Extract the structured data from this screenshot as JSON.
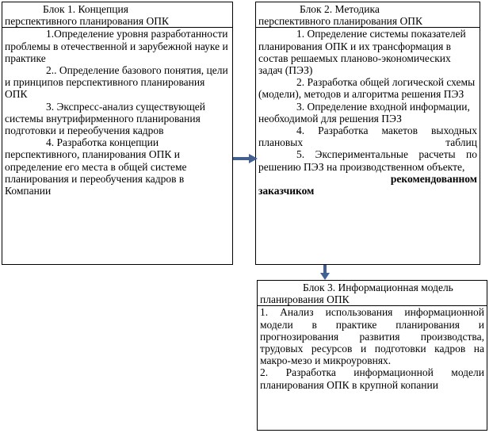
{
  "block1": {
    "title_line1": "Блок 1. Концепция",
    "title_line2": "перспективного планирования ОПК",
    "items": [
      "1.Определение уровня разработанности проблемы в отечественной и зарубежной науке и практике",
      "2.. Определение базового понятия, цели и принципов перспективного планирования ОПК",
      "3. Экспресс-анализ существующей системы внутрифирменного планирования подготовки и переобучения кадров",
      "4. Разработка концепции перспективного, планирования ОПК и определение его места в общей системе планирования и переобучения кадров в Компании"
    ]
  },
  "block2": {
    "title_line1": "Блок 2. Методика",
    "title_line2": "перспективного планирования ОПК",
    "items": [
      "1. Определение системы показателей планирования ОПК и их трансформация в состав решаемых планово-экономических задач (ПЭЗ)",
      "2. Разработка общей логической схемы (модели), методов и алгоритма решения ПЭЗ",
      "3. Определение входной информации, необходимой для решения ПЭЗ",
      "4. Разработка макетов выходных плановых таблиц",
      "5. Экспериментальные расчеты по решению ПЭЗ на производственном объекте,"
    ],
    "item5_bold_tail": "рекомендованном",
    "item5_bold_last": "заказчиком"
  },
  "block3": {
    "title_line1": "Блок 3. Информационная модель",
    "title_line2": "планирования ОПК",
    "items": [
      "1. Анализ использования информационной модели в практике планирования и прогнозирования развития производства, трудовых ресурсов и подготовки кадров на макро-мезо и микроуровнях.",
      "2. Разработка информационной модели планирования ОПК в крупной копании"
    ]
  },
  "colors": {
    "arrow": "#44608f",
    "border": "#000000",
    "text": "#000000"
  }
}
